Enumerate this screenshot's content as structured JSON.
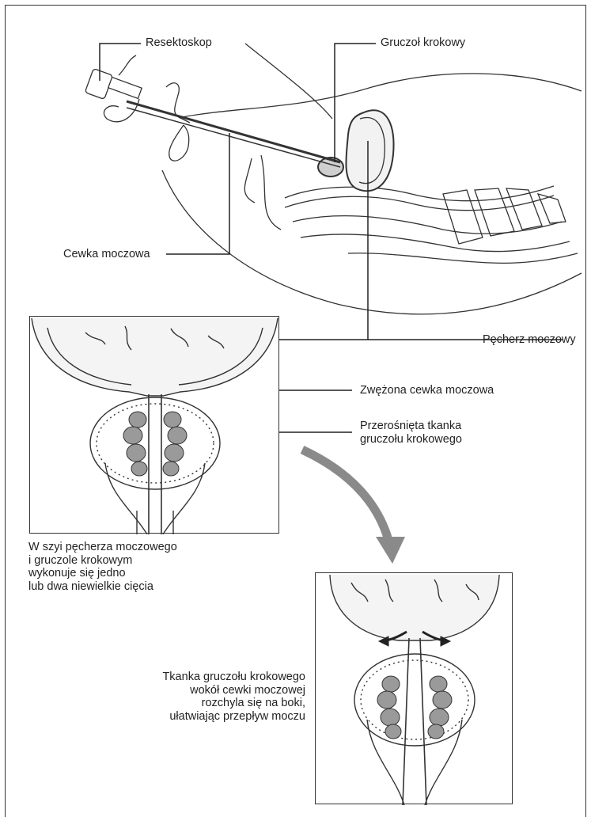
{
  "labels": {
    "resectoscope": "Resektoskop",
    "prostate": "Gruczoł krokowy",
    "urethra": "Cewka moczowa",
    "bladder": "Pęcherz moczowy",
    "narrowed_urethra": "Zwężona cewka moczowa",
    "overgrown_tissue_line1": "Przerośnięta tkanka",
    "overgrown_tissue_line2": "gruczołu krokowego"
  },
  "captions": {
    "incision": [
      "W szyi pęcherza moczowego",
      "i gruczole krokowym",
      "wykonuje się jedno",
      "lub dwa niewielkie cięcia"
    ],
    "result": [
      "Tkanka gruczołu krokowego",
      "wokół cewki moczowej",
      "rozchyla się na boki,",
      "ułatwiając przepływ moczu"
    ]
  },
  "colors": {
    "line": "#333333",
    "arrow": "#8a8a8a",
    "tissue_fill": "#9a9a9a",
    "bladder_fill": "#f2f2f2"
  }
}
